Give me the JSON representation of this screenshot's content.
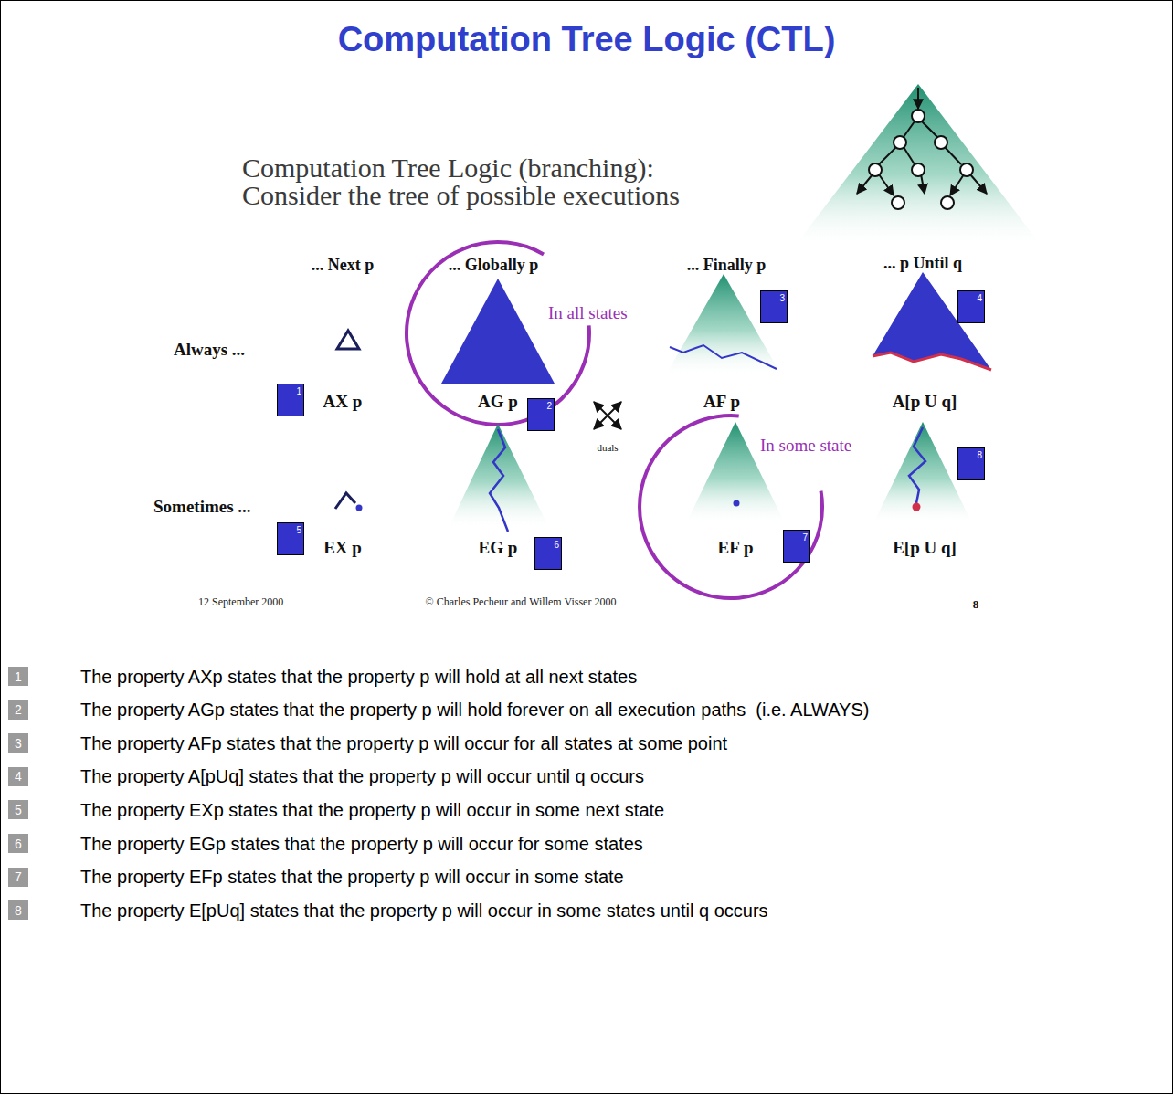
{
  "diagram": {
    "title": "Computation Tree Logic (CTL)",
    "nodes": [
      {
        "text": [
          "1"
        ]
      },
      {
        "text": [
          "2"
        ]
      },
      {
        "text": [
          "3"
        ]
      },
      {
        "text": [
          "4"
        ]
      },
      {
        "text": [
          "5"
        ]
      },
      {
        "text": [
          "6"
        ]
      },
      {
        "text": [
          "7"
        ]
      },
      {
        "text": [
          "8"
        ]
      },
      {
        "text": [
          "1"
        ]
      },
      {
        "text": [
          "2"
        ]
      },
      {
        "text": [
          "3"
        ]
      },
      {
        "text": [
          "4"
        ]
      },
      {
        "text": [
          "5"
        ]
      },
      {
        "text": [
          "6"
        ]
      },
      {
        "text": [
          "7"
        ]
      },
      {
        "text": [
          "8"
        ]
      }
    ],
    "labels": [
      "Computation Tree Logic (branching):",
      "Consider the tree of possible executions",
      "... Next p",
      "... Globally p",
      "... Finally p",
      "... p Until q",
      "In all states",
      "Always ...",
      "AX p",
      "AG p",
      "AF p",
      "A[p U q]",
      "duals",
      "In some state",
      "Sometimes ...",
      "EX p",
      "EG p",
      "EF p",
      "E[p U q]",
      "12 September 2000",
      "© Charles Pecheur and Willem Visser 2000",
      "8",
      "The property AXp states that the property p will hold at all next states",
      "The property AGp states that the property p will hold forever on all execution paths  (i.e. ALWAYS)",
      "The property AFp states that the property p will occur for all states at some point",
      "The property A[pUq] states that the property p will occur until q occurs",
      "The property EXp states that the property p will occur in some next state",
      "The property EGp states that the property p will occur for some states",
      "The property EFp states that the property p will occur in some state",
      "The property E[pUq] states that the property p will occur in some states until q occurs"
    ]
  }
}
